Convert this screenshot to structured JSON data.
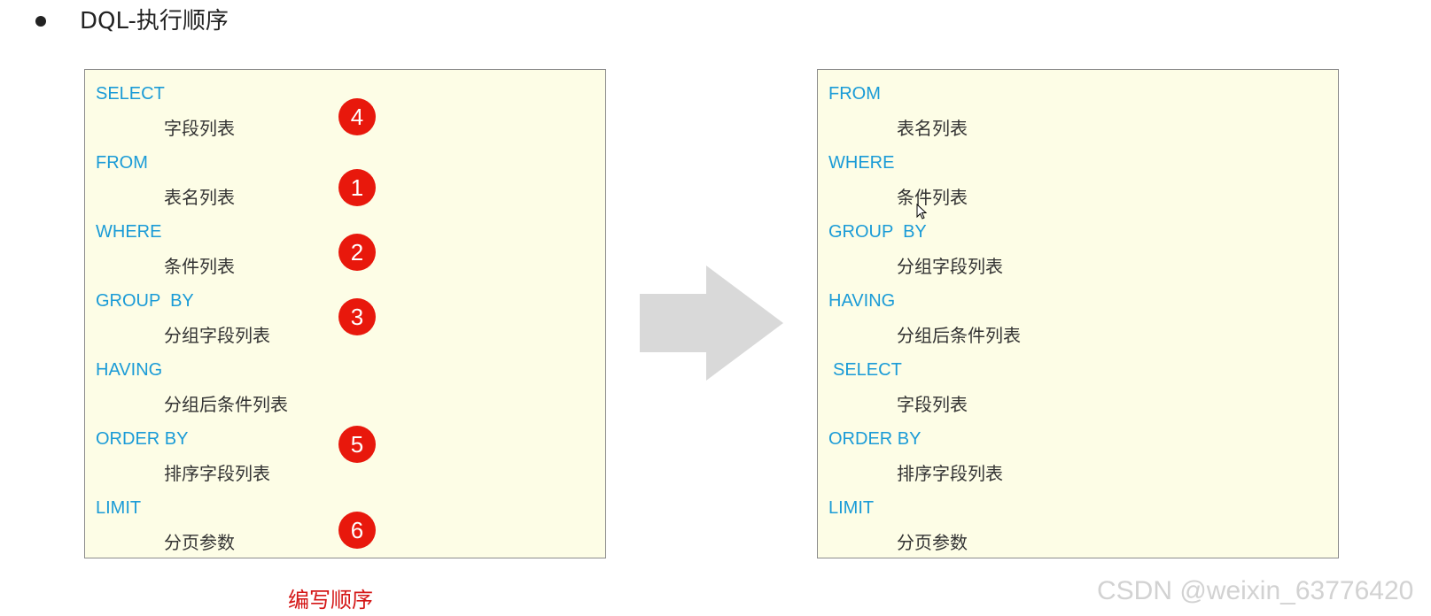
{
  "header": {
    "title": "DQL-执行顺序"
  },
  "writing_order": {
    "caption": "编写顺序",
    "rows": [
      {
        "keyword": "SELECT",
        "value": "字段列表",
        "step": "4"
      },
      {
        "keyword": "FROM",
        "value": "表名列表",
        "step": "1"
      },
      {
        "keyword": "WHERE",
        "value": "条件列表",
        "step": "2"
      },
      {
        "keyword": "GROUP  BY",
        "value": "分组字段列表",
        "step": "3"
      },
      {
        "keyword": "HAVING",
        "value": "分组后条件列表",
        "step": ""
      },
      {
        "keyword": "ORDER BY",
        "value": "排序字段列表",
        "step": "5"
      },
      {
        "keyword": "LIMIT",
        "value": "分页参数",
        "step": "6"
      }
    ]
  },
  "execution_order": {
    "rows": [
      {
        "keyword": "FROM",
        "value": "表名列表"
      },
      {
        "keyword": "WHERE",
        "value": "条件列表"
      },
      {
        "keyword": "GROUP  BY",
        "value": "分组字段列表"
      },
      {
        "keyword": "HAVING",
        "value": "分组后条件列表"
      },
      {
        "keyword": "SELECT",
        "value": "字段列表"
      },
      {
        "keyword": "ORDER BY",
        "value": "排序字段列表"
      },
      {
        "keyword": "LIMIT",
        "value": "分页参数"
      }
    ]
  },
  "watermark": "CSDN @weixin_63776420",
  "icons": {
    "bullet": "bullet-dot-icon",
    "arrow": "right-arrow-icon",
    "cursor": "mouse-cursor-icon"
  },
  "colors": {
    "keyword": "#1a9bd7",
    "panel_background": "#fdfde6",
    "badge": "#e8180c",
    "caption": "#d41616",
    "arrow": "#d9d9d9"
  }
}
